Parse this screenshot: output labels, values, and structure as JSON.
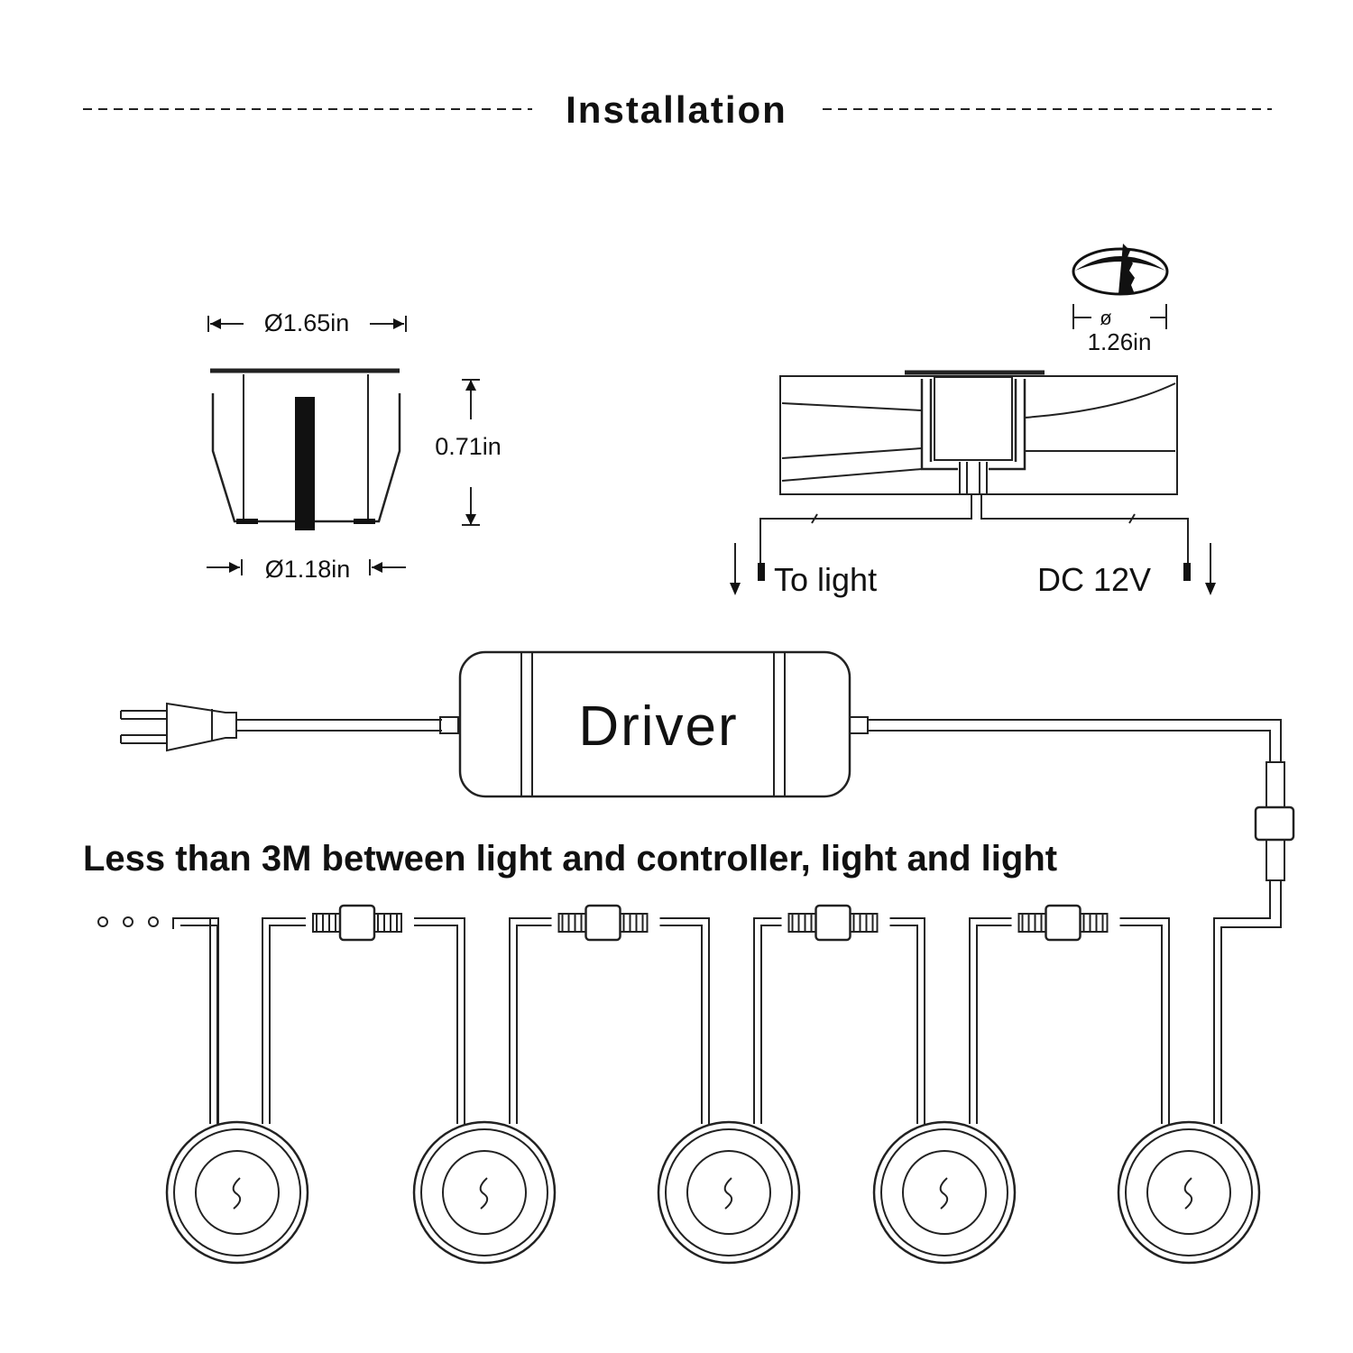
{
  "title": "Installation",
  "dimensions": {
    "top_diameter": "Ø1.65in",
    "height": "0.71in",
    "bottom_diameter": "Ø1.18in",
    "hole_symbol": "ø",
    "hole_diameter": "1.26in"
  },
  "wiring": {
    "to_light": "To light",
    "dc": "DC 12V"
  },
  "driver": {
    "label": "Driver"
  },
  "note": "Less than 3M between light and controller, light and light",
  "lights_count": 5
}
